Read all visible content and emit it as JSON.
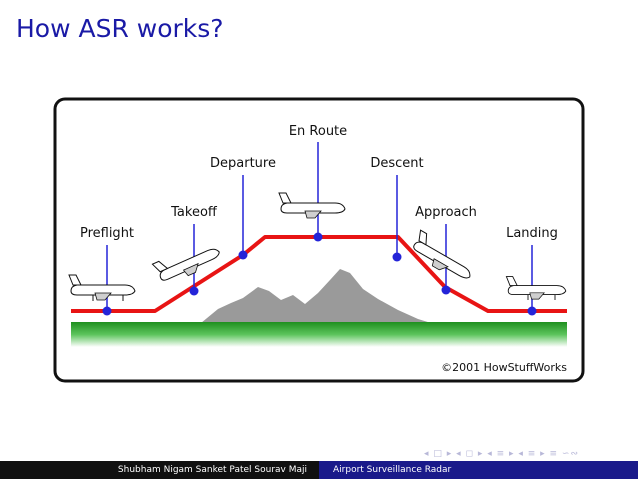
{
  "slide": {
    "title": "How ASR works?"
  },
  "diagram": {
    "stages": [
      "Preflight",
      "Takeoff",
      "Departure",
      "En Route",
      "Descent",
      "Approach",
      "Landing"
    ],
    "credit": "©2001 HowStuffWorks",
    "colors": {
      "flight_path": "#e81414",
      "marker": "#2424d8",
      "mountain": "#9a9a9a",
      "ground": "#2a9a2a"
    }
  },
  "footer": {
    "authors": "Shubham Nigam  Sanket Patel  Sourav Maji",
    "talk_title": "Airport Surveillance Radar"
  },
  "nav": {
    "symbols": "◂ □ ▸ ◂ ◻ ▸ ◂ ≡ ▸ ◂ ≡ ▸  ≡  ∽∾"
  }
}
